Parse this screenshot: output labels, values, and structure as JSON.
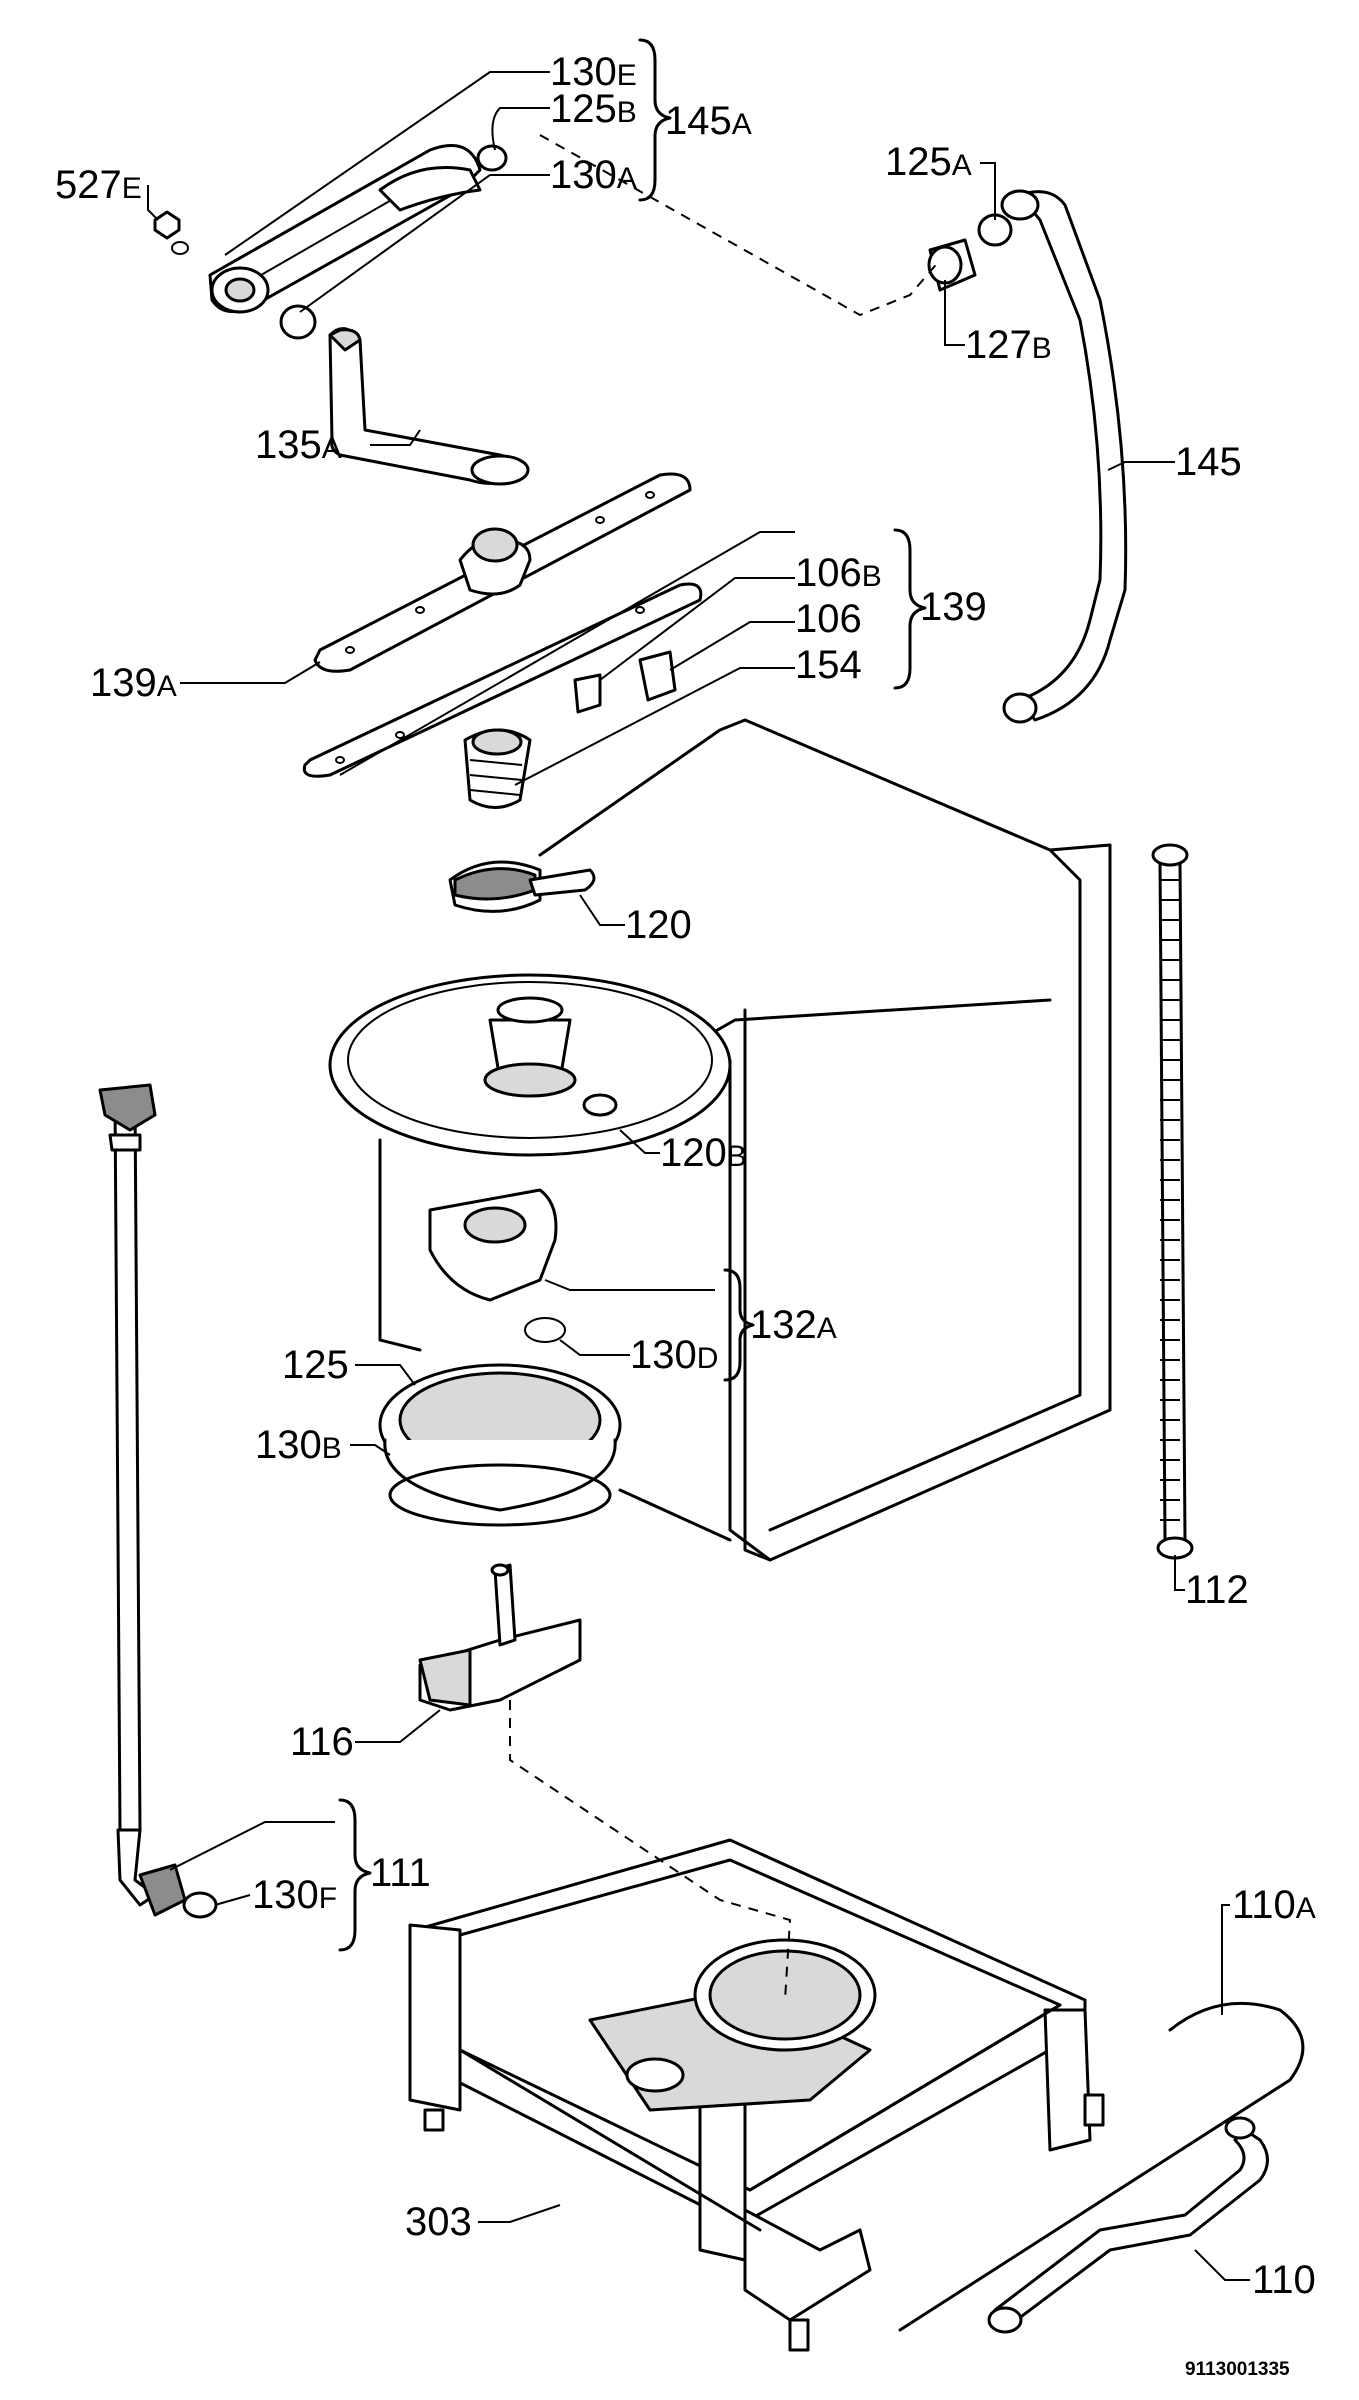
{
  "labels": {
    "l130e": {
      "num": "130",
      "suffix": "E"
    },
    "l125b": {
      "num": "125",
      "suffix": "B"
    },
    "l145a": {
      "num": "145",
      "suffix": "A"
    },
    "l130a": {
      "num": "130",
      "suffix": "A"
    },
    "l527e": {
      "num": "527",
      "suffix": "E"
    },
    "l125a": {
      "num": "125",
      "suffix": "A"
    },
    "l127b": {
      "num": "127",
      "suffix": "B"
    },
    "l145": {
      "num": "145",
      "suffix": ""
    },
    "l135a": {
      "num": "135",
      "suffix": "A"
    },
    "l106b": {
      "num": "106",
      "suffix": "B"
    },
    "l106": {
      "num": "106",
      "suffix": ""
    },
    "l154": {
      "num": "154",
      "suffix": ""
    },
    "l139": {
      "num": "139",
      "suffix": ""
    },
    "l139a": {
      "num": "139",
      "suffix": "A"
    },
    "l120": {
      "num": "120",
      "suffix": ""
    },
    "l120b": {
      "num": "120",
      "suffix": "B"
    },
    "l132a": {
      "num": "132",
      "suffix": "A"
    },
    "l130d": {
      "num": "130",
      "suffix": "D"
    },
    "l125": {
      "num": "125",
      "suffix": ""
    },
    "l130b": {
      "num": "130",
      "suffix": "B"
    },
    "l112": {
      "num": "112",
      "suffix": ""
    },
    "l116": {
      "num": "116",
      "suffix": ""
    },
    "l111": {
      "num": "111",
      "suffix": ""
    },
    "l130f": {
      "num": "130",
      "suffix": "F"
    },
    "l110a": {
      "num": "110",
      "suffix": "A"
    },
    "l303": {
      "num": "303",
      "suffix": ""
    },
    "l110": {
      "num": "110",
      "suffix": ""
    }
  },
  "drawing_code": "9113001335"
}
